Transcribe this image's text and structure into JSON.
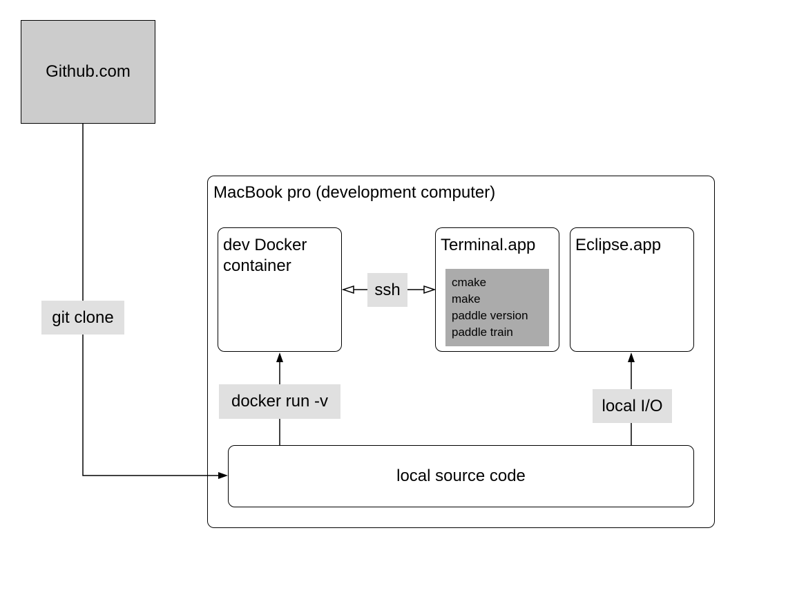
{
  "nodes": {
    "github": "Github.com",
    "macbook": "MacBook pro (development computer)",
    "docker": {
      "line1": "dev Docker",
      "line2": "container"
    },
    "terminal": "Terminal.app",
    "eclipse": "Eclipse.app",
    "source": "local source code"
  },
  "terminal_commands": [
    "cmake",
    "make",
    "paddle version",
    "paddle train"
  ],
  "edges": {
    "git_clone": "git clone",
    "ssh": "ssh",
    "docker_run": "docker run -v",
    "local_io": "local I/O"
  },
  "colors": {
    "github_fill": "#cccccc",
    "tag_fill": "#e0e0e0",
    "commands_fill": "#ababab"
  }
}
